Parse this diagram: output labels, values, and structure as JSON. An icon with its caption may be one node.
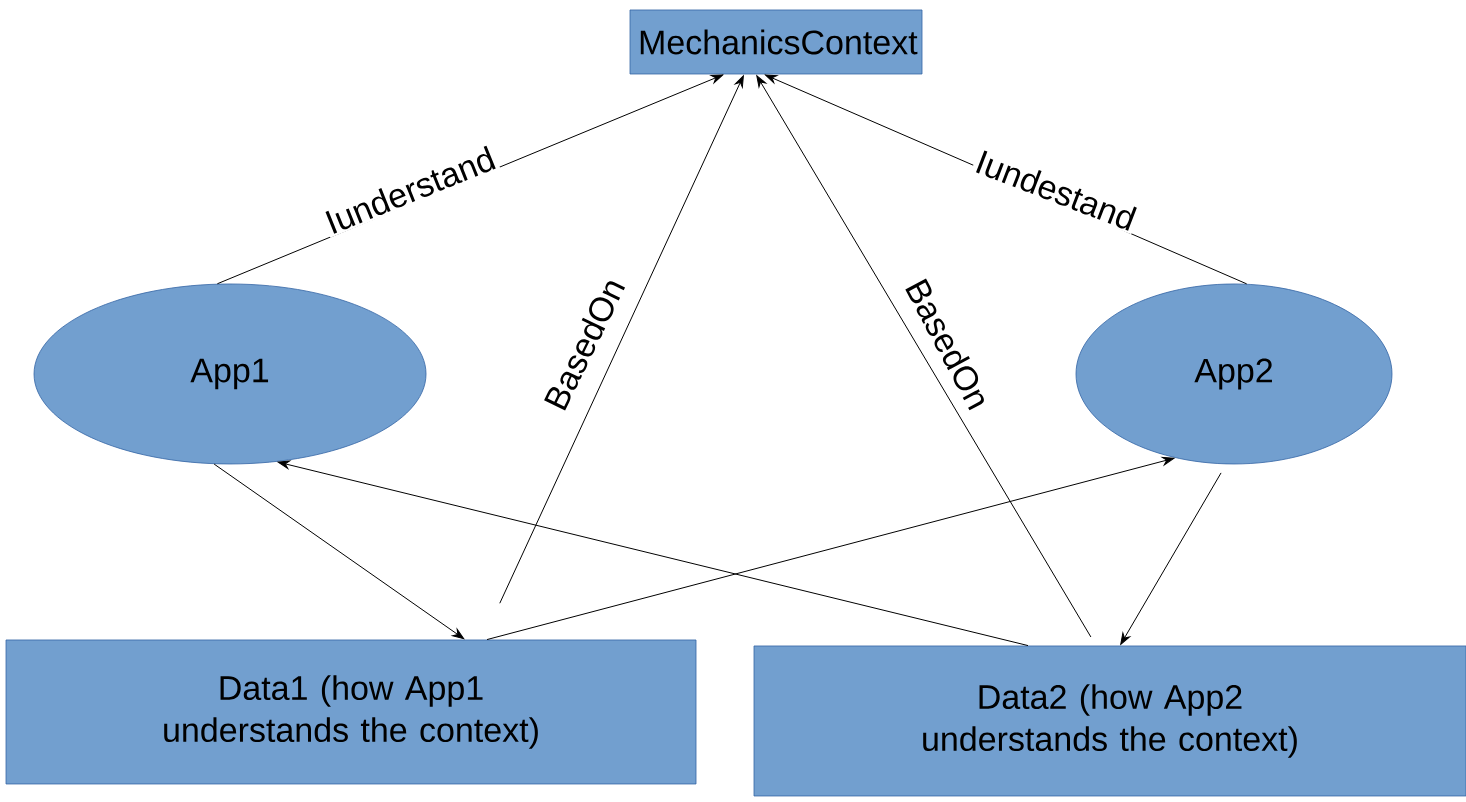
{
  "diagram": {
    "nodes": [
      {
        "text": [
          "MechanicsContext"
        ]
      },
      {
        "text": [
          "App1"
        ]
      },
      {
        "text": [
          "App2"
        ]
      },
      {
        "text": [
          "Data1 (how App1 understands the context)"
        ]
      },
      {
        "text": [
          "Data2 (how App2 understands the context)"
        ]
      }
    ],
    "edges": [
      {
        "from": 1,
        "to": 0,
        "arrow": "to",
        "label": "Iunderstand"
      },
      {
        "from": 2,
        "to": 0,
        "arrow": "to",
        "label": "Iundestand"
      },
      {
        "from": 3,
        "to": 0,
        "arrow": "to",
        "label": "BasedOn"
      },
      {
        "from": 4,
        "to": 0,
        "arrow": "to",
        "label": "BasedOn"
      },
      {
        "from": 1,
        "to": 3,
        "arrow": "to"
      },
      {
        "from": 3,
        "to": 2,
        "arrow": "to"
      },
      {
        "from": 4,
        "to": 1,
        "arrow": "to"
      },
      {
        "from": 2,
        "to": 4,
        "arrow": "to"
      }
    ]
  }
}
